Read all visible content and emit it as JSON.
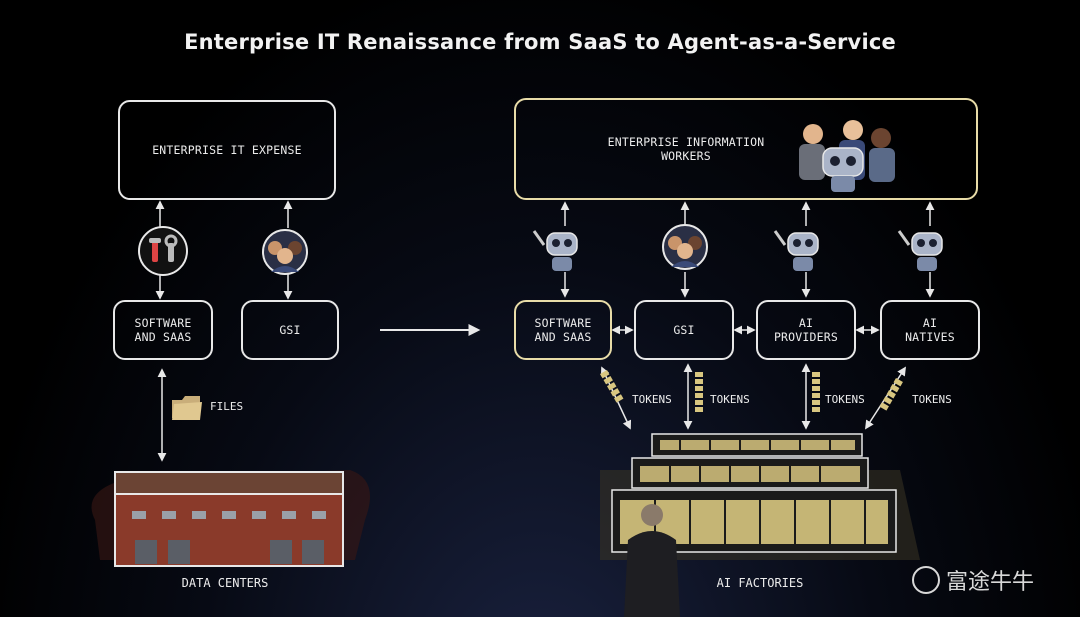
{
  "title": "Enterprise IT Renaissance from SaaS to Agent-as-a-Service",
  "left": {
    "top_box": "ENTERPRISE IT EXPENSE",
    "nodes": [
      "SOFTWARE AND SAAS",
      "GSI"
    ],
    "files_label": "FILES",
    "bottom_caption": "DATA CENTERS"
  },
  "right": {
    "top_box": "ENTERPRISE INFORMATION WORKERS",
    "nodes": [
      "SOFTWARE AND SAAS",
      "GSI",
      "AI PROVIDERS",
      "AI NATIVES"
    ],
    "token_label": "TOKENS",
    "bottom_caption": "AI FACTORIES"
  },
  "watermark": "富途牛牛",
  "colors": {
    "box_border": "#e8e8e8",
    "gold_border": "#e8dca8",
    "gold": "#d8c680",
    "brick": "#8a3a2a"
  }
}
